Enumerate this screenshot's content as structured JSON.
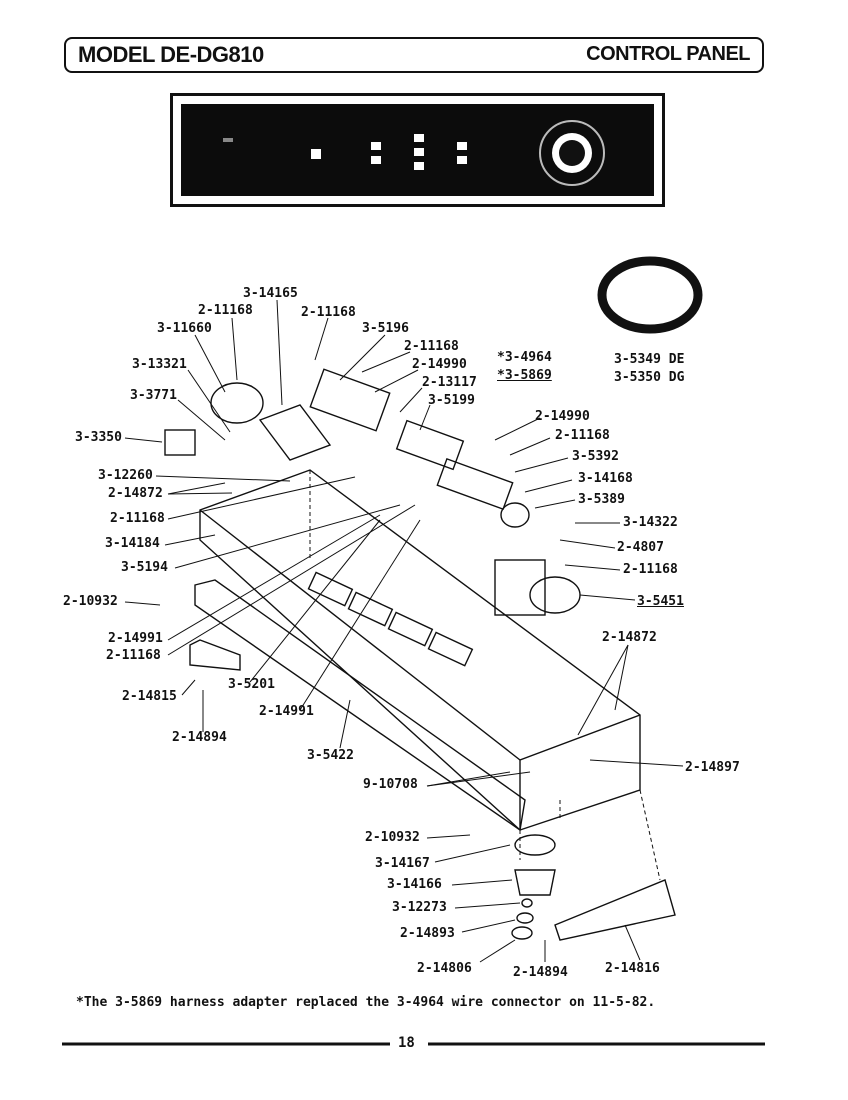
{
  "header": {
    "model": "MODEL DE-DG810",
    "section": "CONTROL PANEL"
  },
  "parts": [
    {
      "id": "p1",
      "text": "3-14165"
    },
    {
      "id": "p2",
      "text": "2-11168"
    },
    {
      "id": "p3",
      "text": "2-11168"
    },
    {
      "id": "p4",
      "text": "3-11660"
    },
    {
      "id": "p5",
      "text": "3-5196"
    },
    {
      "id": "p6",
      "text": "2-11168"
    },
    {
      "id": "p7",
      "text": "3-13321"
    },
    {
      "id": "p8",
      "text": "2-14990"
    },
    {
      "id": "p9",
      "text": "*3-4964"
    },
    {
      "id": "p10",
      "text": "*3-5869"
    },
    {
      "id": "p11",
      "text": "2-13117"
    },
    {
      "id": "p12",
      "text": "3-3771"
    },
    {
      "id": "p13",
      "text": "3-5199"
    },
    {
      "id": "p14",
      "text": "3-5349 DE"
    },
    {
      "id": "p15",
      "text": "3-5350 DG"
    },
    {
      "id": "p16",
      "text": "2-14990"
    },
    {
      "id": "p17",
      "text": "3-3350"
    },
    {
      "id": "p18",
      "text": "2-11168"
    },
    {
      "id": "p19",
      "text": "3-5392"
    },
    {
      "id": "p20",
      "text": "3-12260"
    },
    {
      "id": "p21",
      "text": "3-14168"
    },
    {
      "id": "p22",
      "text": "2-14872"
    },
    {
      "id": "p23",
      "text": "3-5389"
    },
    {
      "id": "p24",
      "text": "2-11168"
    },
    {
      "id": "p25",
      "text": "3-14322"
    },
    {
      "id": "p26",
      "text": "3-14184"
    },
    {
      "id": "p27",
      "text": "2-4807"
    },
    {
      "id": "p28",
      "text": "3-5194"
    },
    {
      "id": "p29",
      "text": "2-11168"
    },
    {
      "id": "p30",
      "text": "2-10932"
    },
    {
      "id": "p31",
      "text": "3-5451"
    },
    {
      "id": "p32",
      "text": "2-14991"
    },
    {
      "id": "p33",
      "text": "2-11168"
    },
    {
      "id": "p34",
      "text": "2-14872"
    },
    {
      "id": "p35",
      "text": "2-14815"
    },
    {
      "id": "p36",
      "text": "3-5201"
    },
    {
      "id": "p37",
      "text": "2-14991"
    },
    {
      "id": "p38",
      "text": "2-14894"
    },
    {
      "id": "p39",
      "text": "3-5422"
    },
    {
      "id": "p40",
      "text": "2-14897"
    },
    {
      "id": "p41",
      "text": "9-10708"
    },
    {
      "id": "p42",
      "text": "2-10932"
    },
    {
      "id": "p43",
      "text": "3-14167"
    },
    {
      "id": "p44",
      "text": "3-14166"
    },
    {
      "id": "p45",
      "text": "3-12273"
    },
    {
      "id": "p46",
      "text": "2-14893"
    },
    {
      "id": "p47",
      "text": "2-14806"
    },
    {
      "id": "p48",
      "text": "2-14894"
    },
    {
      "id": "p49",
      "text": "2-14816"
    }
  ],
  "footnote": "*The 3-5869 harness adapter replaced the 3-4964 wire connector on 11-5-82.",
  "page_number": "18"
}
